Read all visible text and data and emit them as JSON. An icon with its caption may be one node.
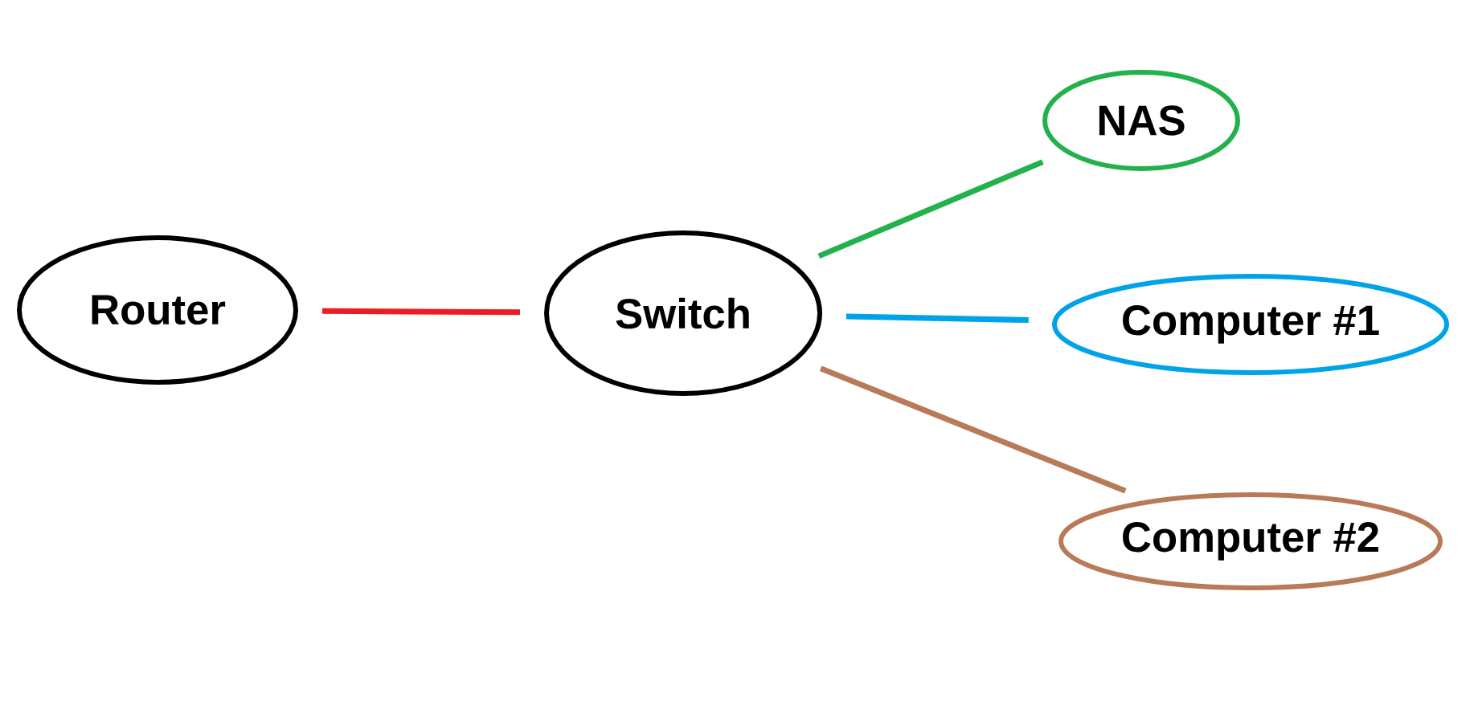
{
  "diagram": {
    "nodes": [
      {
        "text": [
          "Router"
        ]
      },
      {
        "text": [
          "Switch"
        ]
      },
      {
        "text": [
          "NAS"
        ]
      },
      {
        "text": [
          "Computer #1"
        ]
      },
      {
        "text": [
          "Computer #2"
        ]
      }
    ],
    "edges": [
      {
        "from": 0,
        "to": 1,
        "arrow": "none",
        "color": "#ed1c24"
      },
      {
        "from": 1,
        "to": 2,
        "arrow": "none",
        "color": "#22b14c"
      },
      {
        "from": 1,
        "to": 3,
        "arrow": "none",
        "color": "#00a2e8"
      },
      {
        "from": 1,
        "to": 4,
        "arrow": "none",
        "color": "#b97a57"
      }
    ]
  }
}
